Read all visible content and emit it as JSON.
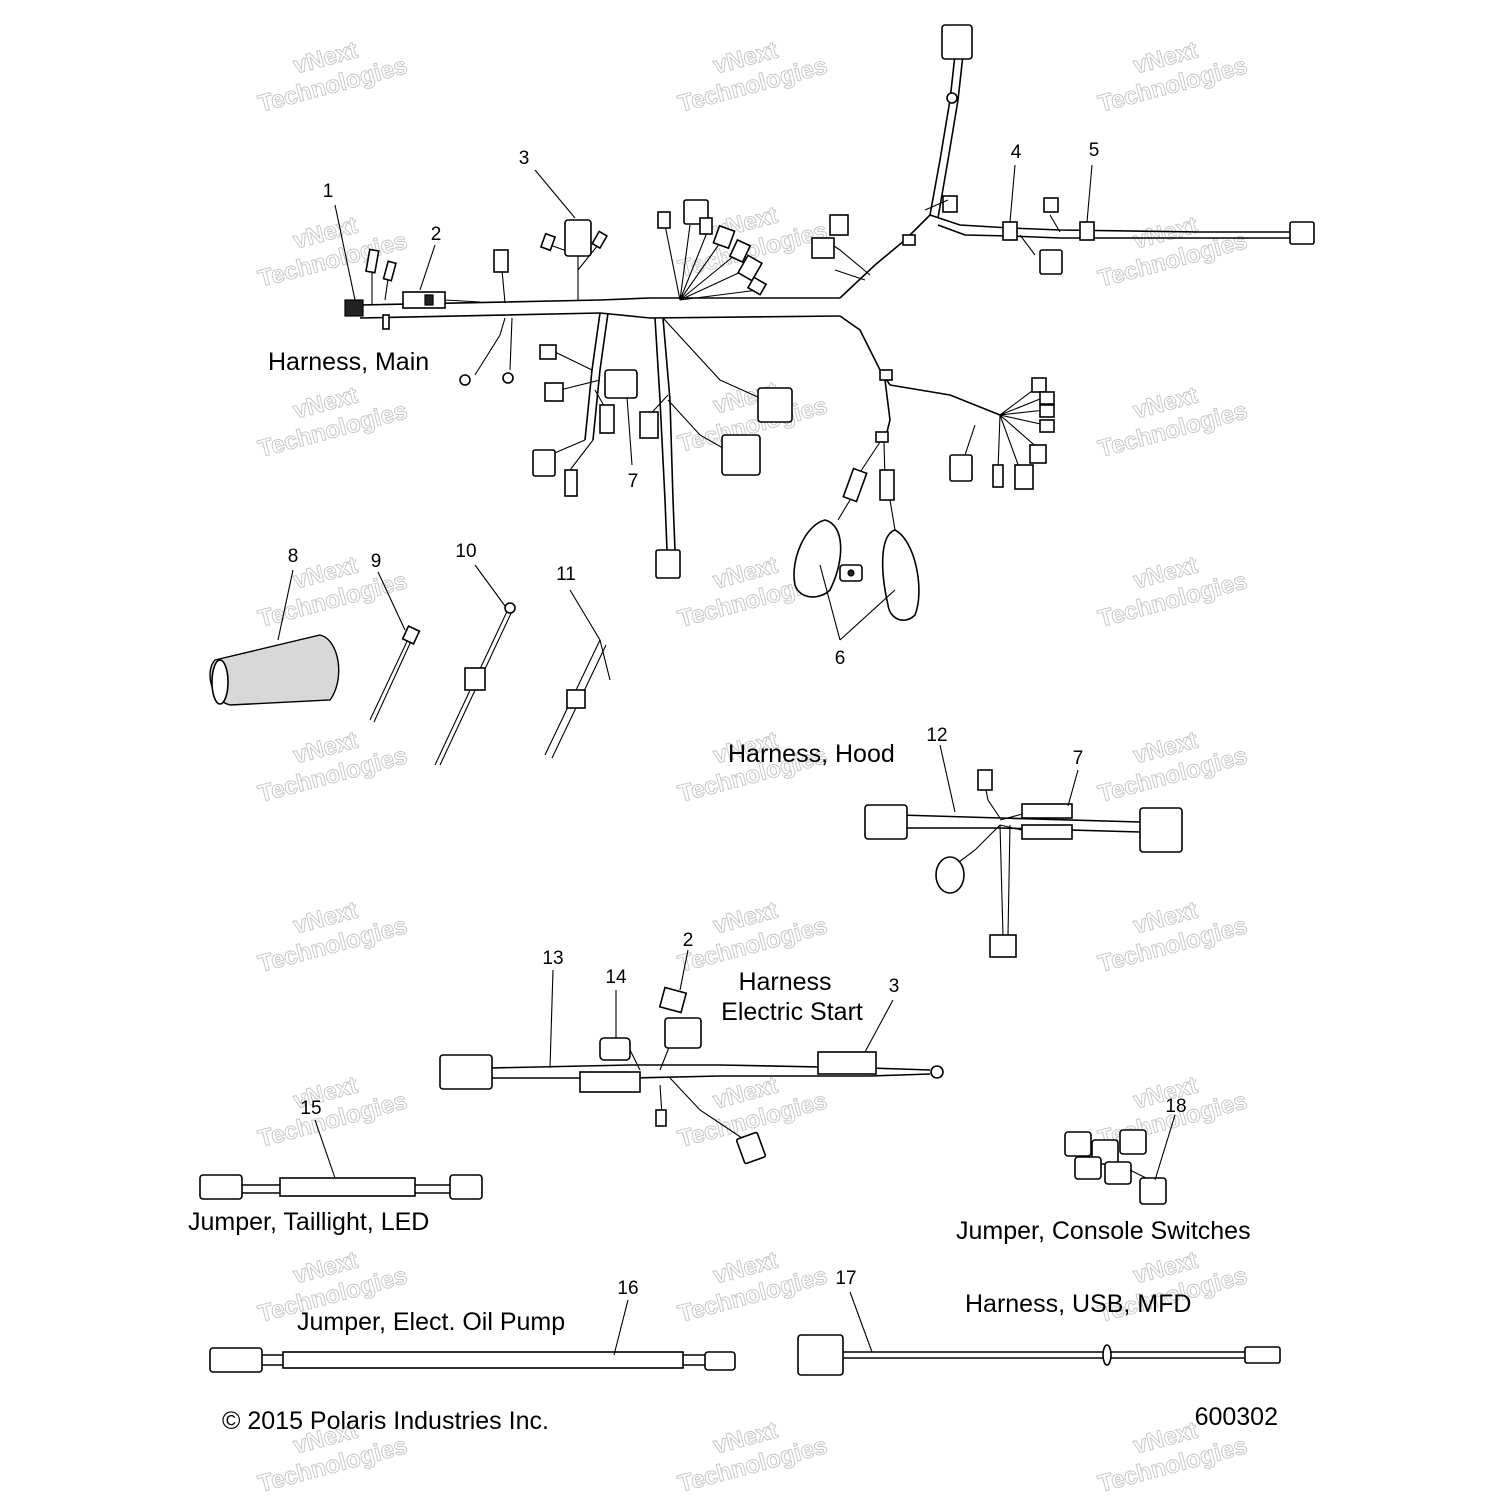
{
  "labels": {
    "harness_main": "Harness, Main",
    "harness_hood": "Harness, Hood",
    "harness_electric_start_line1": "Harness",
    "harness_electric_start_line2": "Electric Start",
    "jumper_taillight": "Jumper, Taillight, LED",
    "jumper_console": "Jumper, Console Switches",
    "jumper_oil_pump": "Jumper, Elect. Oil Pump",
    "harness_usb": "Harness, USB, MFD"
  },
  "callouts": {
    "c1": "1",
    "c2": "2",
    "c3": "3",
    "c4": "4",
    "c5": "5",
    "c6": "6",
    "c7": "7",
    "c8": "8",
    "c9": "9",
    "c10": "10",
    "c11": "11",
    "c12": "12",
    "c7b": "7",
    "c13": "13",
    "c14": "14",
    "c2b": "2",
    "c3b": "3",
    "c15": "15",
    "c16": "16",
    "c17": "17",
    "c18": "18"
  },
  "footer": {
    "copyright": "© 2015 Polaris Industries Inc.",
    "figure_number": "600302"
  },
  "watermark": {
    "line1": "vNext",
    "line2": "Technologies"
  },
  "colors": {
    "line": "#000000",
    "watermark_outline": "#c9c9c9",
    "background": "#ffffff"
  }
}
